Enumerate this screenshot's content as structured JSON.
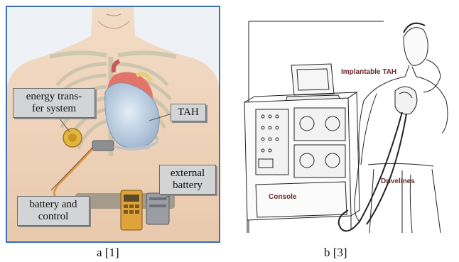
{
  "panel_a": {
    "callouts": {
      "energy_transfer": "energy trans-\nfer system",
      "tah": "TAH",
      "external_battery": "external\nbattery",
      "battery_control": "battery and\ncontrol"
    },
    "caption": "a [1]"
  },
  "panel_b": {
    "labels": {
      "implantable_tah": "Implantable TAH",
      "console": "Console",
      "drivelines": "Drivelines"
    },
    "caption": "b [3]"
  },
  "colors": {
    "frame_blue": "#3a6fb5",
    "callout_gray": "#d2d4d6",
    "label_maroon": "#6a2a2a"
  }
}
